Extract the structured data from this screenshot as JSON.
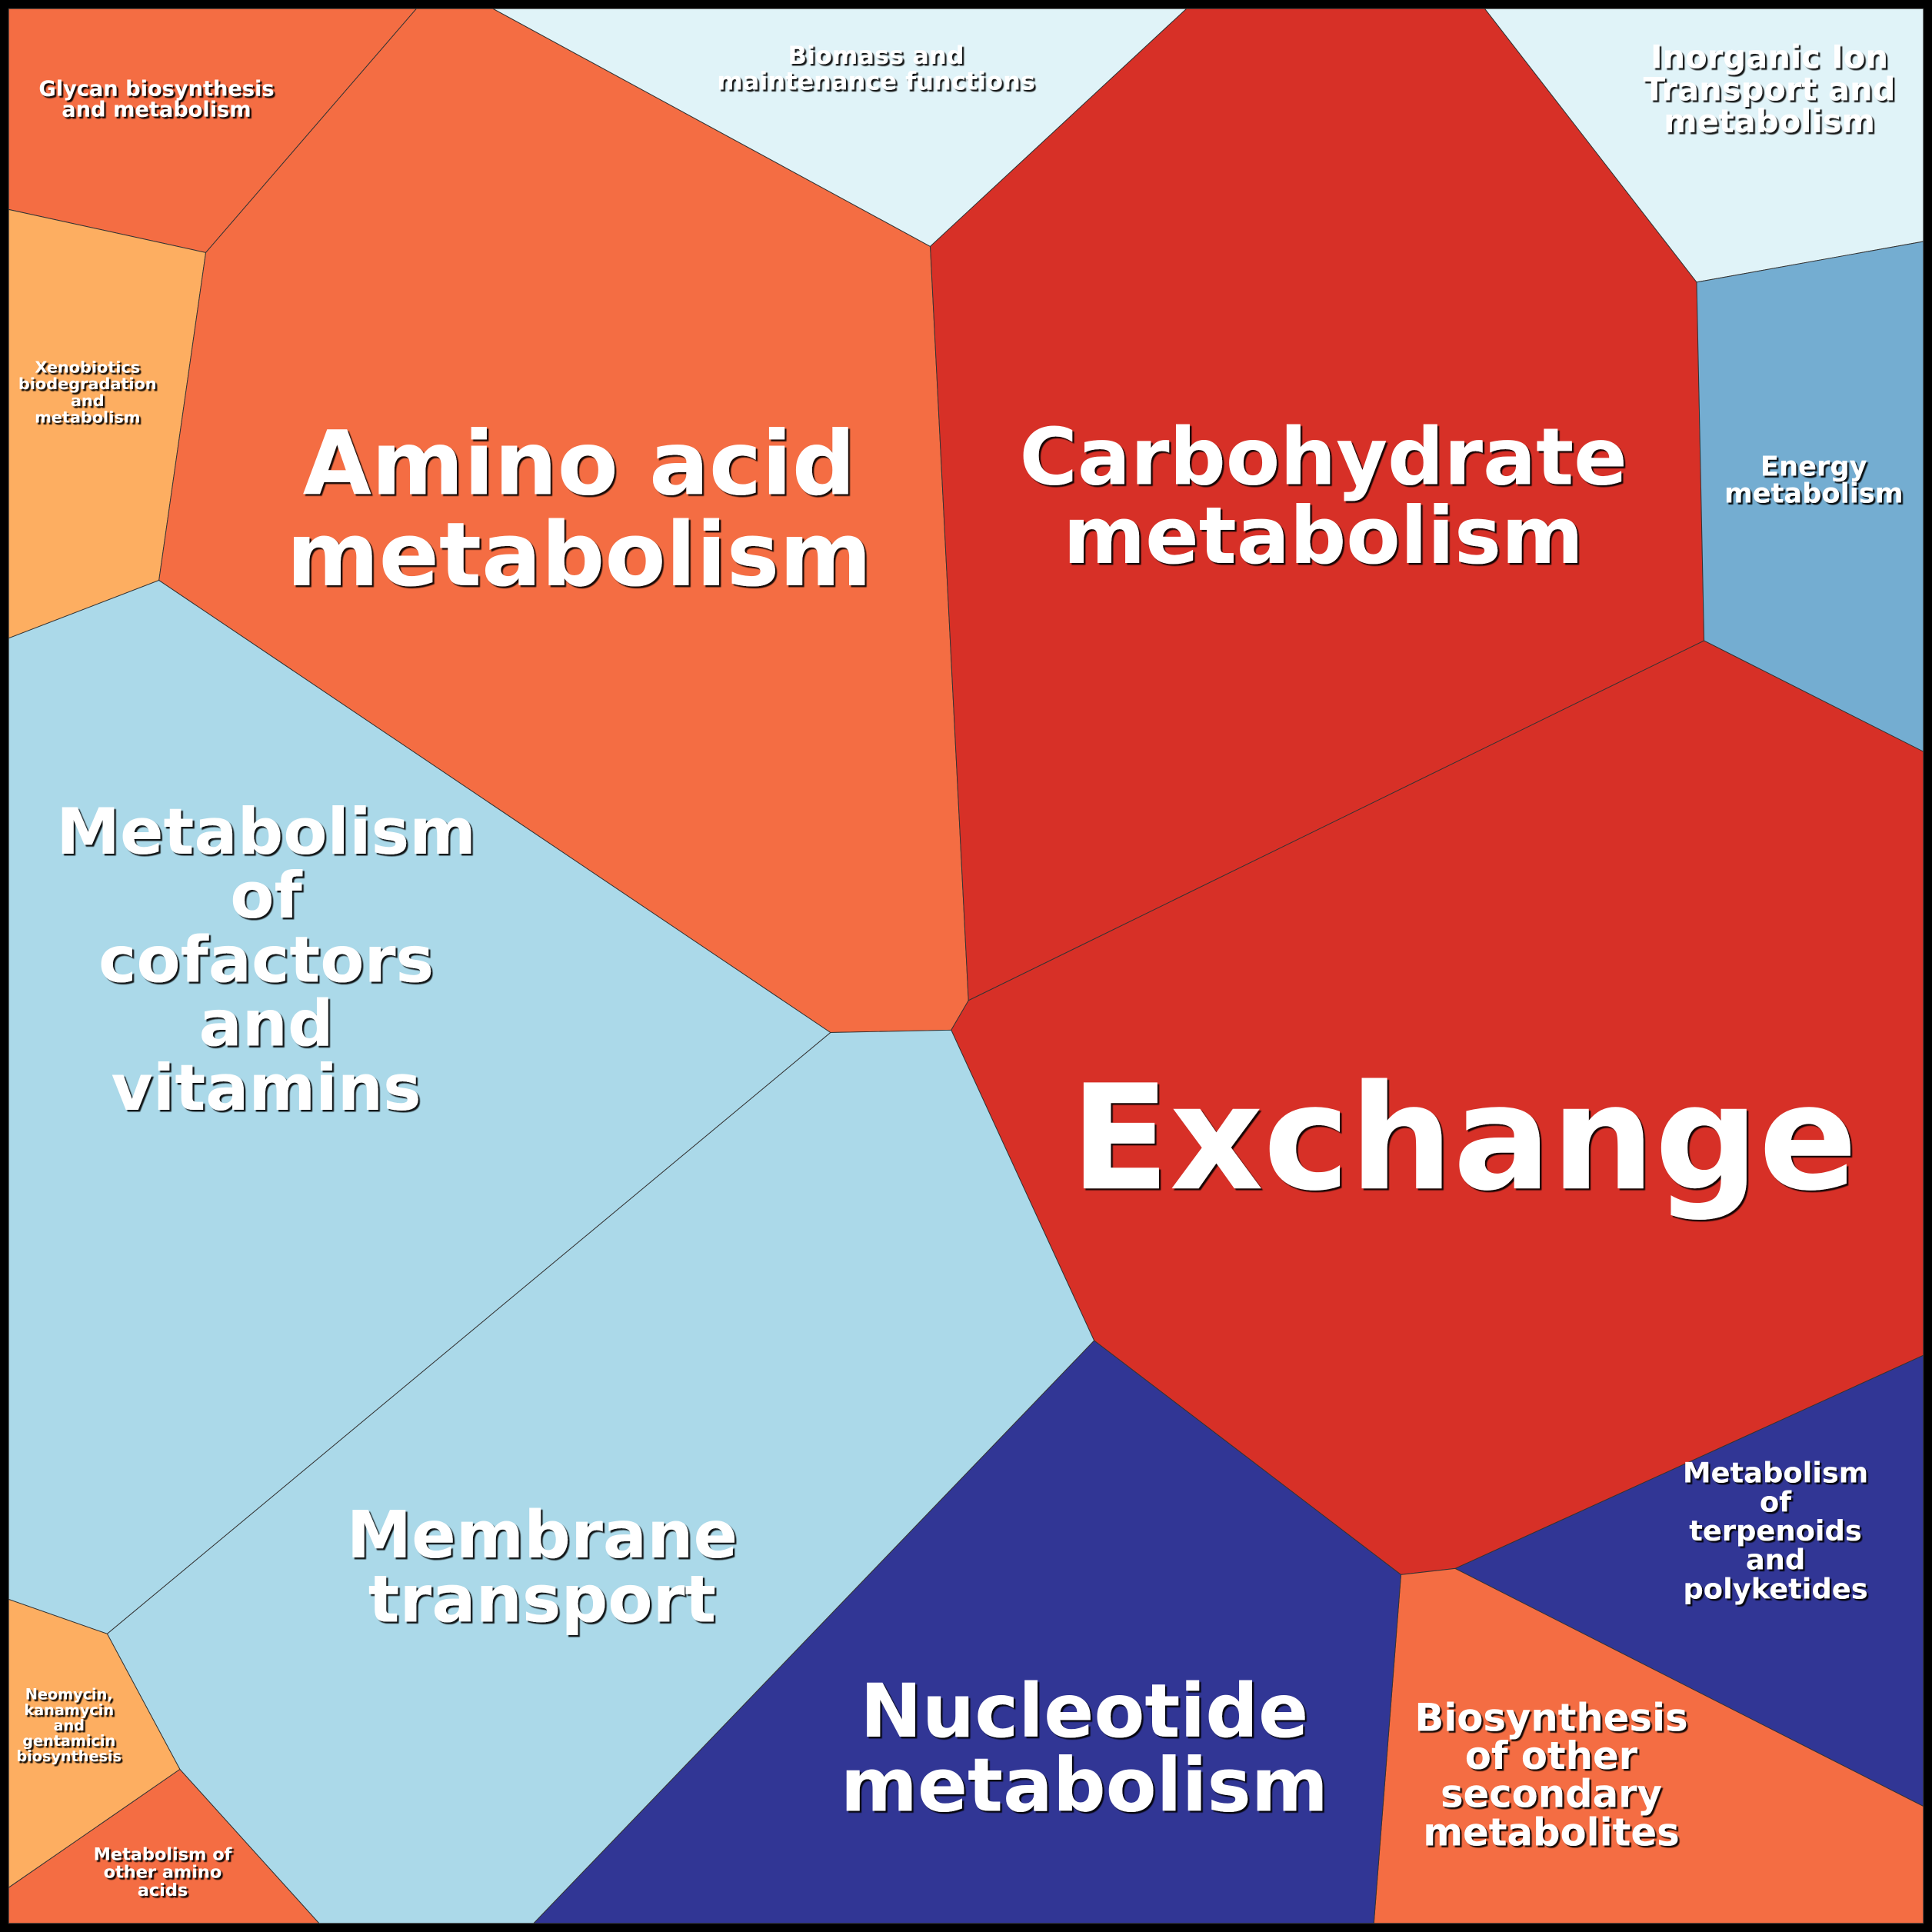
{
  "title": "Metabolic subsystem Voronoi treemap",
  "colors": {
    "orange": "#f46d43",
    "light_orange": "#fdae61",
    "light_blue": "#abd9e9",
    "pale_blue": "#e0f3f8",
    "red": "#d73027",
    "mid_blue": "#74add1",
    "navy": "#313695",
    "border": "#000000"
  },
  "cells": [
    {
      "name": "glycan",
      "color": "#f46d43",
      "lines": [
        "Glycan biosynthesis",
        "and metabolism"
      ]
    },
    {
      "name": "xenobiotics",
      "color": "#fdae61",
      "lines": [
        "Xenobiotics",
        "biodegradation",
        "and",
        "metabolism"
      ]
    },
    {
      "name": "amino-acid",
      "color": "#f46d43",
      "lines": [
        "Amino acid",
        "metabolism"
      ]
    },
    {
      "name": "biomass",
      "color": "#e0f3f8",
      "lines": [
        "Biomass and",
        "maintenance functions"
      ]
    },
    {
      "name": "carbohydrate",
      "color": "#d73027",
      "lines": [
        "Carbohydrate",
        "metabolism"
      ]
    },
    {
      "name": "inorganic-ion",
      "color": "#e0f3f8",
      "lines": [
        "Inorganic Ion",
        "Transport and",
        "metabolism"
      ]
    },
    {
      "name": "energy",
      "color": "#74add1",
      "lines": [
        "Energy",
        "metabolism"
      ]
    },
    {
      "name": "exchange",
      "color": "#d73027",
      "lines": [
        "Exchange"
      ]
    },
    {
      "name": "terpenoids",
      "color": "#313695",
      "lines": [
        "Metabolism",
        "of",
        "terpenoids",
        "and",
        "polyketides"
      ]
    },
    {
      "name": "secondary-metabolites",
      "color": "#f46d43",
      "lines": [
        "Biosynthesis",
        "of other",
        "secondary",
        "metabolites"
      ]
    },
    {
      "name": "nucleotide",
      "color": "#313695",
      "lines": [
        "Nucleotide",
        "metabolism"
      ]
    },
    {
      "name": "membrane-transport",
      "color": "#abd9e9",
      "lines": [
        "Membrane",
        "transport"
      ]
    },
    {
      "name": "cofactors-vitamins",
      "color": "#abd9e9",
      "lines": [
        "Metabolism",
        "of",
        "cofactors",
        "and",
        "vitamins"
      ]
    },
    {
      "name": "neomycin",
      "color": "#fdae61",
      "lines": [
        "Neomycin,",
        "kanamycin",
        "and",
        "gentamicin",
        "biosynthesis"
      ]
    },
    {
      "name": "other-amino-acids",
      "color": "#f46d43",
      "lines": [
        "Metabolism of",
        "other amino",
        "acids"
      ]
    }
  ]
}
